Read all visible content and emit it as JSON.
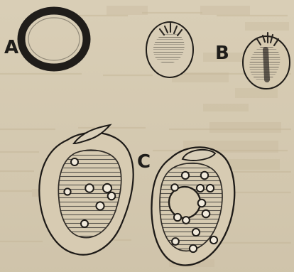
{
  "labels": {
    "a": "A",
    "b": "B",
    "c": "C"
  },
  "colors": {
    "paper": "#d6cab0",
    "ink": "#1f1d1a",
    "show_through": "#c7b99c"
  },
  "figure": {
    "panels": [
      "A",
      "B",
      "C"
    ]
  }
}
